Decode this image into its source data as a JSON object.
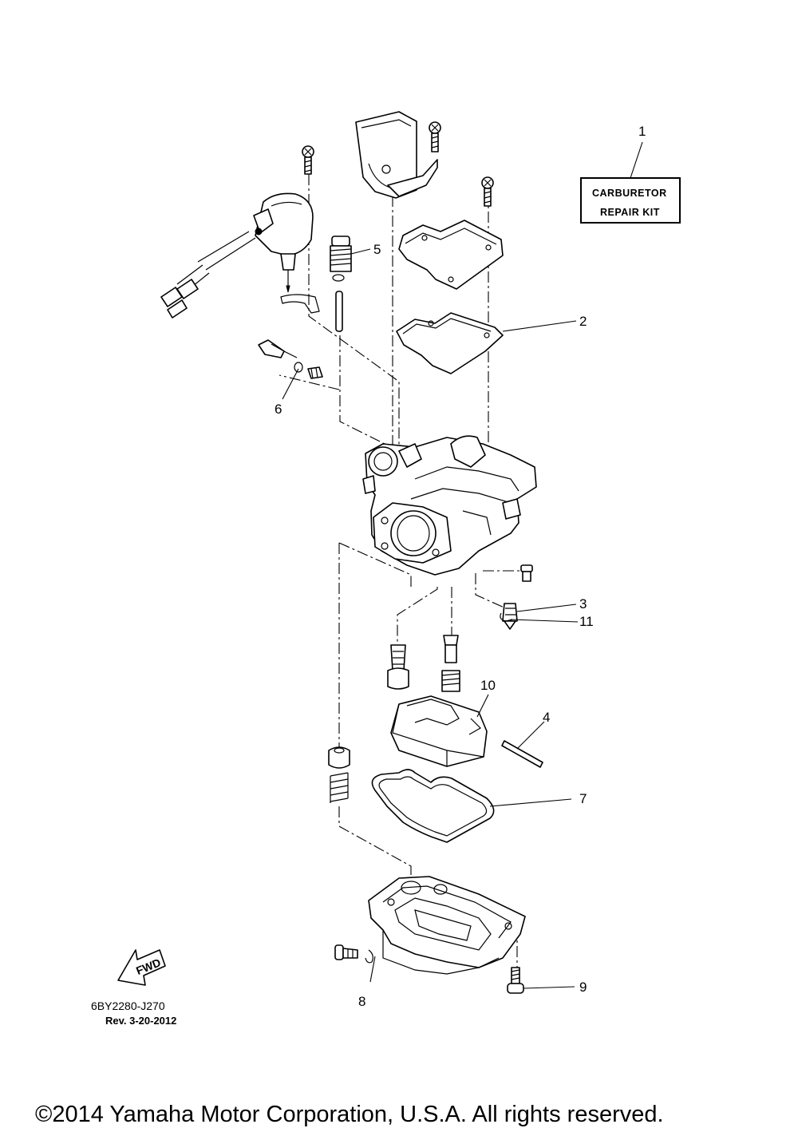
{
  "callouts": [
    "1",
    "2",
    "3",
    "4",
    "5",
    "6",
    "7",
    "8",
    "9",
    "10",
    "11"
  ],
  "kit_box": {
    "line1": "CARBURETOR",
    "line2": "REPAIR KIT"
  },
  "fwd_label": "FWD",
  "diagram_code": "6BY2280-J270",
  "revision": "Rev.  3-20-2012",
  "copyright": "©2014 Yamaha Motor Corporation, U.S.A. All rights reserved."
}
